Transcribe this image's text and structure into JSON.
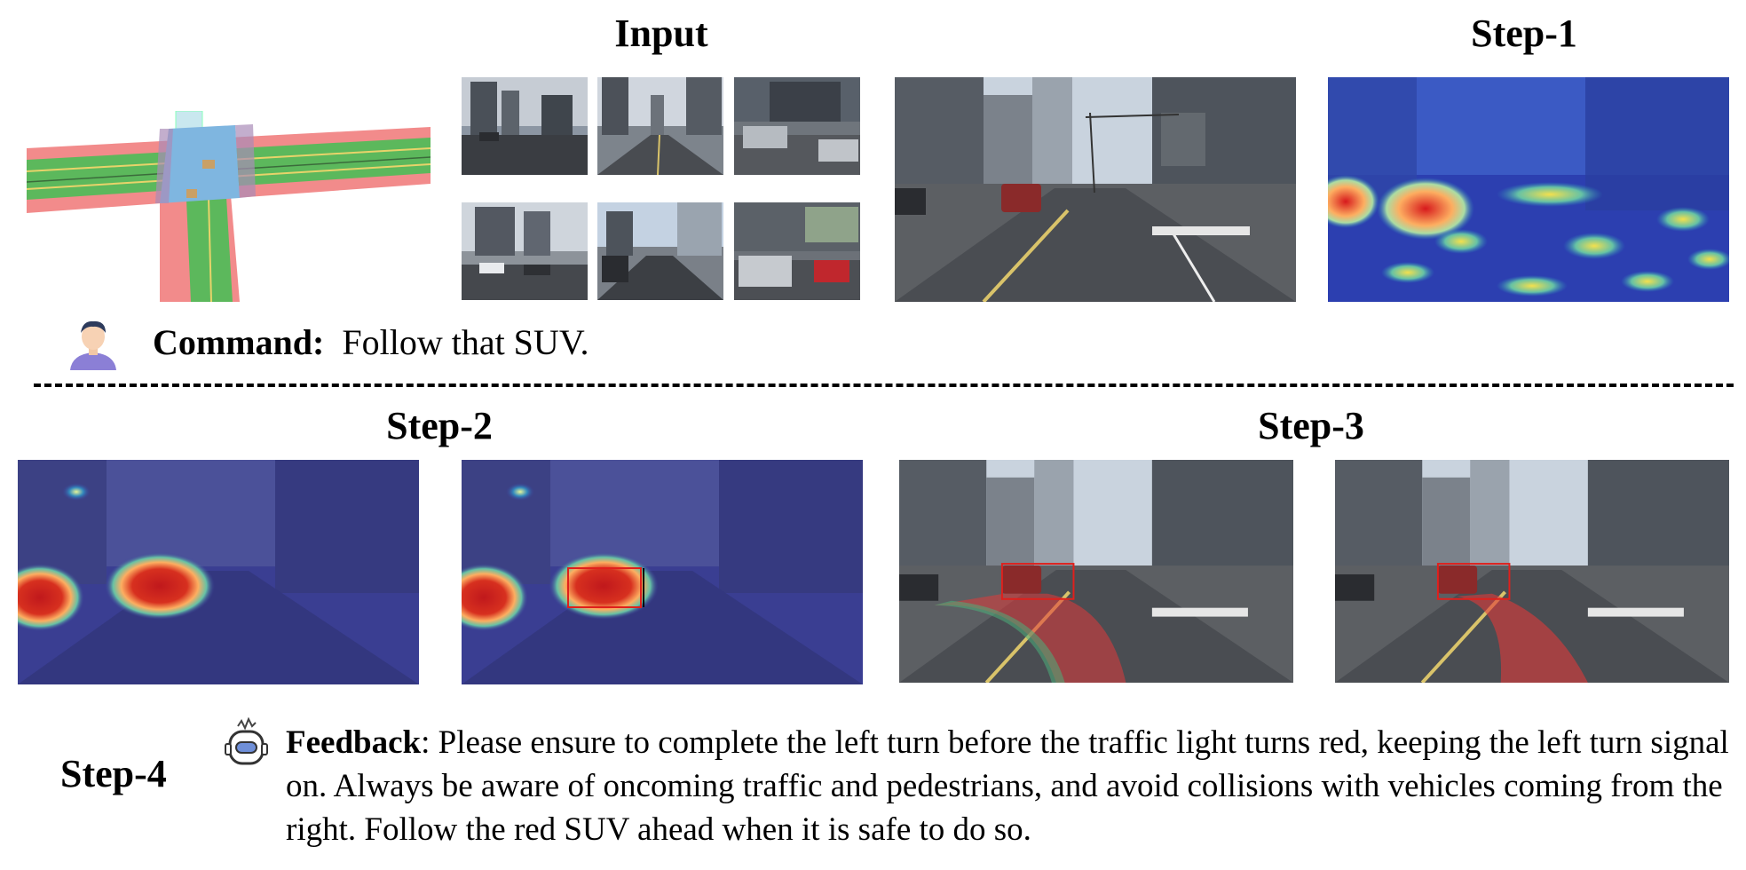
{
  "headers": {
    "input": "Input",
    "step1": "Step-1",
    "step2": "Step-2",
    "step3": "Step-3",
    "step4": "Step-4"
  },
  "command": {
    "label": "Command:",
    "text": "Follow that SUV."
  },
  "feedback": {
    "label": "Feedback",
    "text": ": Please ensure to complete the left turn before the traffic light turns red, keeping the left turn signal on. Always be aware of oncoming traffic and pedestrians, and avoid collisions with vehicles coming from the right. Follow the red SUV ahead when it is safe to do so."
  },
  "icons": {
    "user": "user-avatar-icon",
    "robot": "robot-icon"
  },
  "colors": {
    "map_road": "#f28b8b",
    "map_lane": "#5cb85c",
    "map_intersection": "#7fb6e0",
    "heat_red": "#d7191c",
    "heat_bg": "#2b2f8f",
    "trajectory_red": "#e03a3a",
    "trajectory_green": "#4caf7a",
    "bbox_red": "#e0201c"
  }
}
